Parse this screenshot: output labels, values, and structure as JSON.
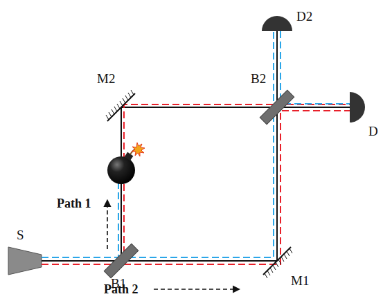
{
  "diagram": {
    "labels": [
      "D2",
      "M2",
      "B2",
      "D",
      "Path 1",
      "S",
      "B1",
      "Path 2",
      "M1"
    ]
  }
}
